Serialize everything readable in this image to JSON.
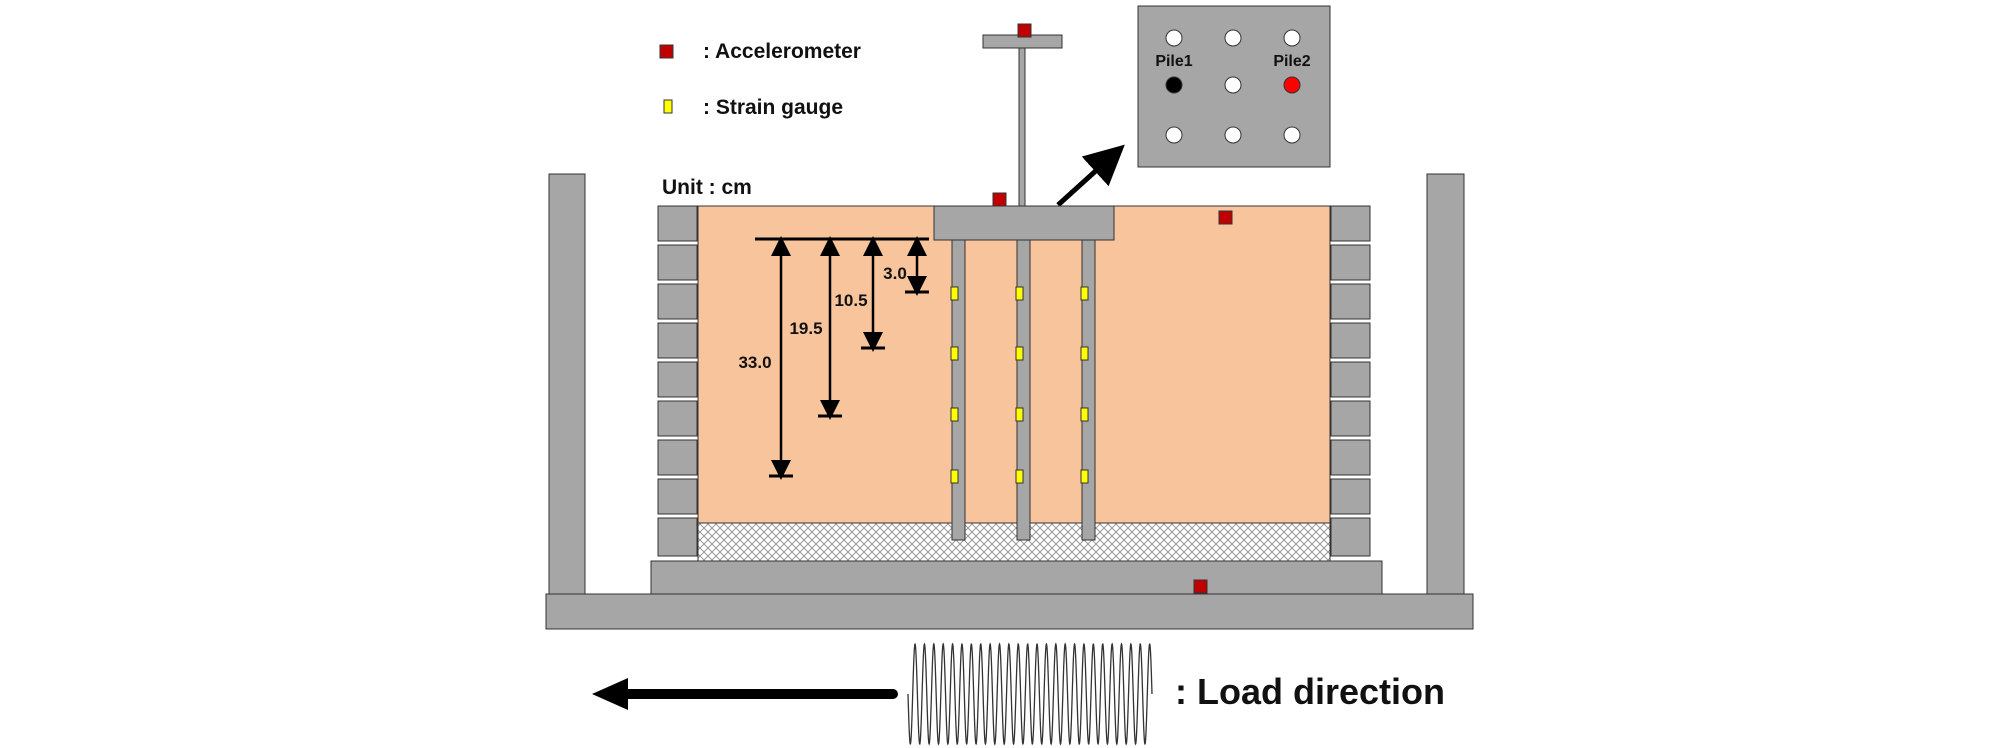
{
  "legend": {
    "accelerometer_label": ": Accelerometer",
    "strain_gauge_label": ": Strain gauge"
  },
  "unit_label": "Unit : cm",
  "depths": [
    "3.0",
    "10.5",
    "19.5",
    "33.0"
  ],
  "pile_plan": {
    "pile1_label": "Pile1",
    "pile2_label": "Pile2"
  },
  "load_direction_label": ": Load direction",
  "colors": {
    "soil": "#f8c49c",
    "frame": "#a6a6a6",
    "accelerometer": "#c00000",
    "strain_gauge": "#ffff00",
    "pile2_marker": "#ff0000",
    "pile1_marker": "#000000"
  }
}
